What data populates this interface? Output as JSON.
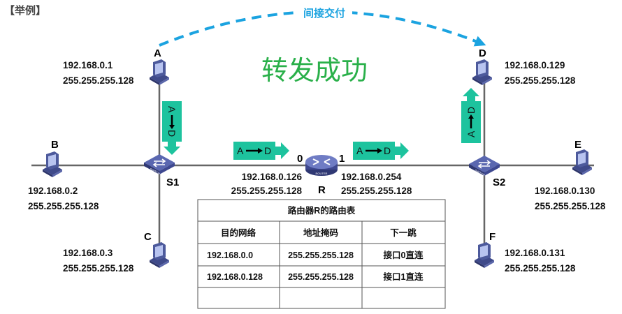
{
  "title": "【举例】",
  "indirect_label": "间接交付",
  "status_text": "转发成功",
  "colors": {
    "accent_green": "#2ab04a",
    "packet": "#1dc39e",
    "dash": "#1ba3e0",
    "device": "#4d5a9c"
  },
  "packet": {
    "src": "A",
    "dst": "D"
  },
  "hosts": {
    "A": {
      "name": "A",
      "ip": "192.168.0.1",
      "mask": "255.255.255.128"
    },
    "B": {
      "name": "B",
      "ip": "192.168.0.2",
      "mask": "255.255.255.128"
    },
    "C": {
      "name": "C",
      "ip": "192.168.0.3",
      "mask": "255.255.255.128"
    },
    "D": {
      "name": "D",
      "ip": "192.168.0.129",
      "mask": "255.255.255.128"
    },
    "E": {
      "name": "E",
      "ip": "192.168.0.130",
      "mask": "255.255.255.128"
    },
    "F": {
      "name": "F",
      "ip": "192.168.0.131",
      "mask": "255.255.255.128"
    }
  },
  "switches": {
    "s1": "S1",
    "s2": "S2",
    "device_text": "SWITCH"
  },
  "router": {
    "name": "R",
    "device_text": "ROUTER",
    "if0": {
      "label": "0",
      "ip": "192.168.0.126",
      "mask": "255.255.255.128"
    },
    "if1": {
      "label": "1",
      "ip": "192.168.0.254",
      "mask": "255.255.255.128"
    }
  },
  "route_table": {
    "title": "路由器R的路由表",
    "headers": [
      "目的网络",
      "地址掩码",
      "下一跳"
    ],
    "rows": [
      [
        "192.168.0.0",
        "255.255.255.128",
        "接口0直连"
      ],
      [
        "192.168.0.128",
        "255.255.255.128",
        "接口1直连"
      ]
    ]
  }
}
